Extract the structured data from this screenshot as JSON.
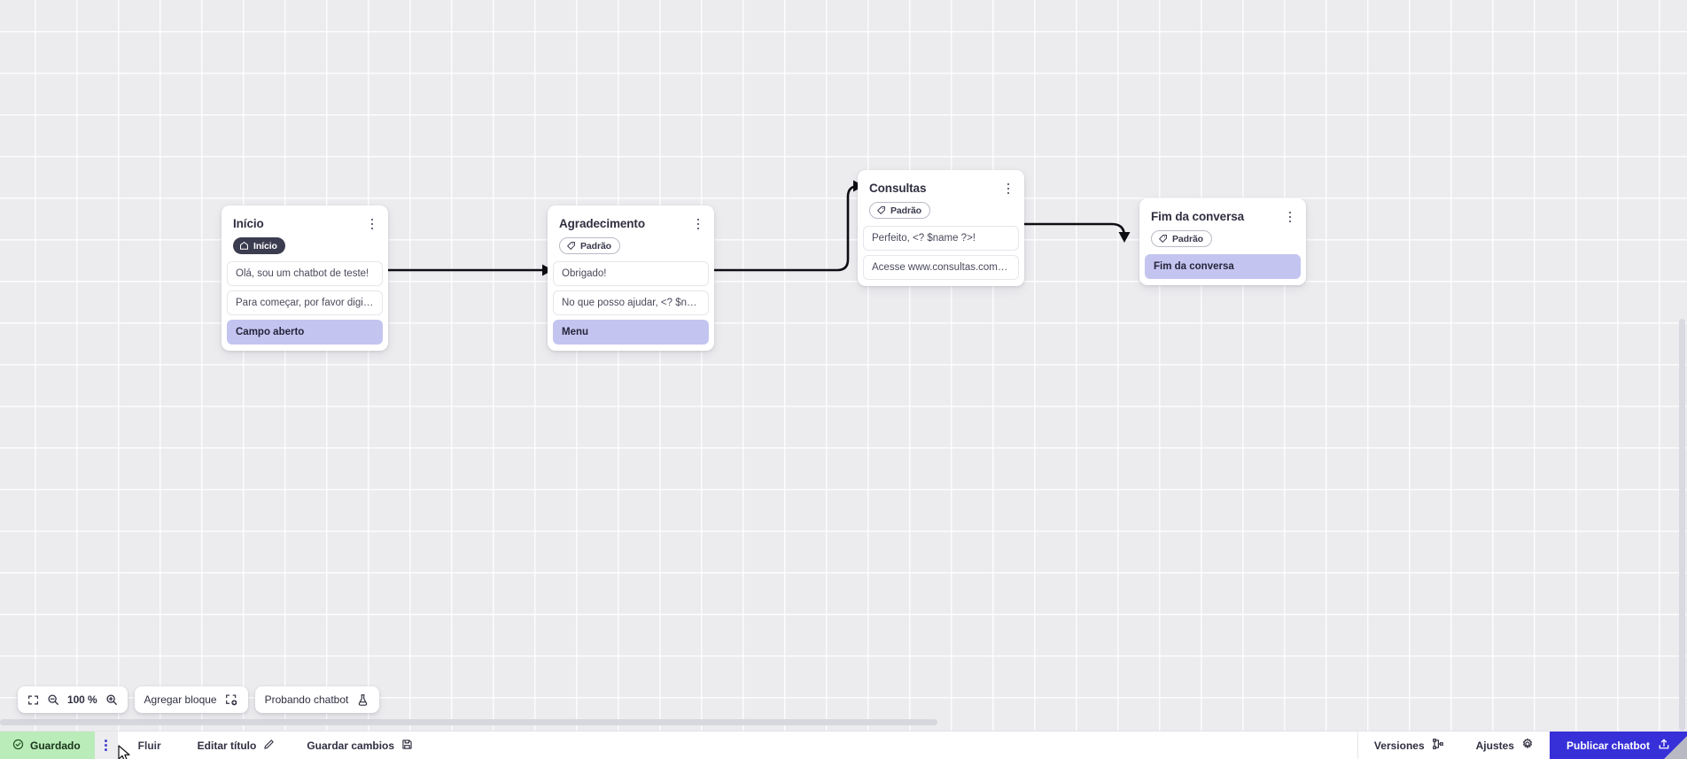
{
  "canvas": {
    "zoom_level": "100 %",
    "grid": true
  },
  "nodes": [
    {
      "id": "inicio",
      "title": "Início",
      "badge": {
        "label": "Início",
        "style": "dark",
        "icon": "home-icon"
      },
      "rows": [
        {
          "text": "Olá, sou um chatbot de teste!",
          "type": "message"
        },
        {
          "text": "Para começar, por favor digite o ...",
          "type": "message"
        },
        {
          "text": "Campo aberto",
          "type": "action"
        }
      ]
    },
    {
      "id": "agradecimento",
      "title": "Agradecimento",
      "badge": {
        "label": "Padrão",
        "style": "outline",
        "icon": "tag-icon"
      },
      "rows": [
        {
          "text": "Obrigado!",
          "type": "message"
        },
        {
          "text": "No que posso ajudar, <? $name ...",
          "type": "message"
        },
        {
          "text": "Menu",
          "type": "action"
        }
      ]
    },
    {
      "id": "consultas",
      "title": "Consultas",
      "badge": {
        "label": "Padrão",
        "style": "outline",
        "icon": "tag-icon"
      },
      "rows": [
        {
          "text": "Perfeito, <? $name ?>!",
          "type": "message"
        },
        {
          "text": "Acesse www.consultas.com par...",
          "type": "message"
        }
      ]
    },
    {
      "id": "fim",
      "title": "Fim da conversa",
      "badge": {
        "label": "Padrão",
        "style": "outline",
        "icon": "tag-icon"
      },
      "rows": [
        {
          "text": "Fim da conversa",
          "type": "action"
        }
      ]
    }
  ],
  "toolbar": {
    "fit_icon": "fit-screen-icon",
    "zoom_out_icon": "zoom-out-icon",
    "zoom_level": "100 %",
    "zoom_in_icon": "zoom-in-icon",
    "add_block_label": "Agregar bloque",
    "add_block_icon": "add-block-icon",
    "test_chatbot_label": "Probando chatbot",
    "test_chatbot_icon": "flask-icon"
  },
  "statusbar": {
    "saved_label": "Guardado",
    "saved_icon": "check-circle-icon",
    "tab_kebab_icon": "kebab-menu-icon",
    "tab_label": "Fluir",
    "edit_title_label": "Editar título",
    "edit_title_icon": "pencil-icon",
    "save_changes_label": "Guardar cambios",
    "save_changes_icon": "save-disk-icon",
    "versions_label": "Versiones",
    "versions_icon": "branch-icon",
    "settings_label": "Ajustes",
    "settings_icon": "gear-icon",
    "publish_label": "Publicar chatbot",
    "publish_icon": "upload-icon"
  },
  "colors": {
    "accent": "#3730d8",
    "saved_bg": "#b9ecb9",
    "action_row": "#c3c5f0",
    "badge_dark": "#3c3c50",
    "canvas_bg": "#ececef"
  }
}
